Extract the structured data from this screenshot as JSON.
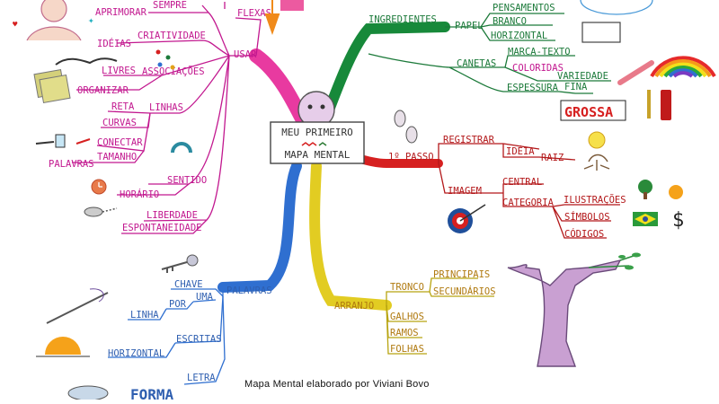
{
  "center": {
    "line1": "MEU PRIMEIRO",
    "line2": "MAPA MENTAL"
  },
  "branches": {
    "usar": {
      "label": "USAR",
      "sempre": "SEMPRE",
      "aprimorar": "APRIMORAR",
      "criatividade": "CRIATIVIDADE",
      "ideias": "IDÉIAS",
      "associacoes": "ASSOCIAÇÕES",
      "livres": "LIVRES",
      "organizar": "ORGANIZAR",
      "linhas": "LINHAS",
      "reta": "RETA",
      "curvas": "CURVAS",
      "conectar": "CONECTAR",
      "palavras": "PALAVRAS",
      "tamanho": "TAMANHO",
      "sentido": "SENTIDO",
      "horario": "HORÁRIO",
      "liberdade": "LIBERDADE",
      "espontaneidade": "ESPONTANEIDADE",
      "flexas": "FLEXAS"
    },
    "ingredientes": {
      "label": "INGREDIENTES",
      "papel": "PAPEL",
      "pensamentos": "PENSAMENTOS",
      "branco": "BRANCO",
      "horizontal": "HORIZONTAL",
      "canetas": "CANETAS",
      "marca_texto": "MARCA-TEXTO",
      "coloridas": "COLORIDAS",
      "variedade": "VARIEDADE",
      "espessura": "ESPESSURA",
      "fina": "FINA",
      "grossa": "GROSSA"
    },
    "passo": {
      "label": "1º PASSO",
      "registrar": "REGISTRAR",
      "ideia": "IDÉIA",
      "raiz": "RAIZ",
      "imagem": "IMAGEM",
      "central": "CENTRAL",
      "categoria": "CATEGORIA",
      "ilustracoes": "ILUSTRAÇÕES",
      "simbolos": "SÍMBOLOS",
      "codigos": "CÓDIGOS"
    },
    "arranjo": {
      "label": "ARRANJO",
      "tronco": "TRONCO",
      "principais": "PRINCIPAIS",
      "secundarios": "SECUNDÁRIOS",
      "galhos": "GALHOS",
      "ramos": "RAMOS",
      "folhas": "FOLHAS"
    },
    "palavras": {
      "label": "PALAVRAS",
      "chave": "CHAVE",
      "uma": "UMA",
      "por": "POR",
      "linha": "LINHA",
      "escritas": "ESCRITAS",
      "horizontal": "HORIZONTAL",
      "letra": "LETRA",
      "forma": "FORMA"
    }
  },
  "credit": "Mapa Mental elaborado por Viviani Bovo",
  "colors": {
    "magenta": "#c2188f",
    "green": "#1c7a3a",
    "red": "#d62020",
    "yellow": "#d9c21a",
    "blue": "#2f6fd0",
    "pink_main": "#e83aa0"
  }
}
